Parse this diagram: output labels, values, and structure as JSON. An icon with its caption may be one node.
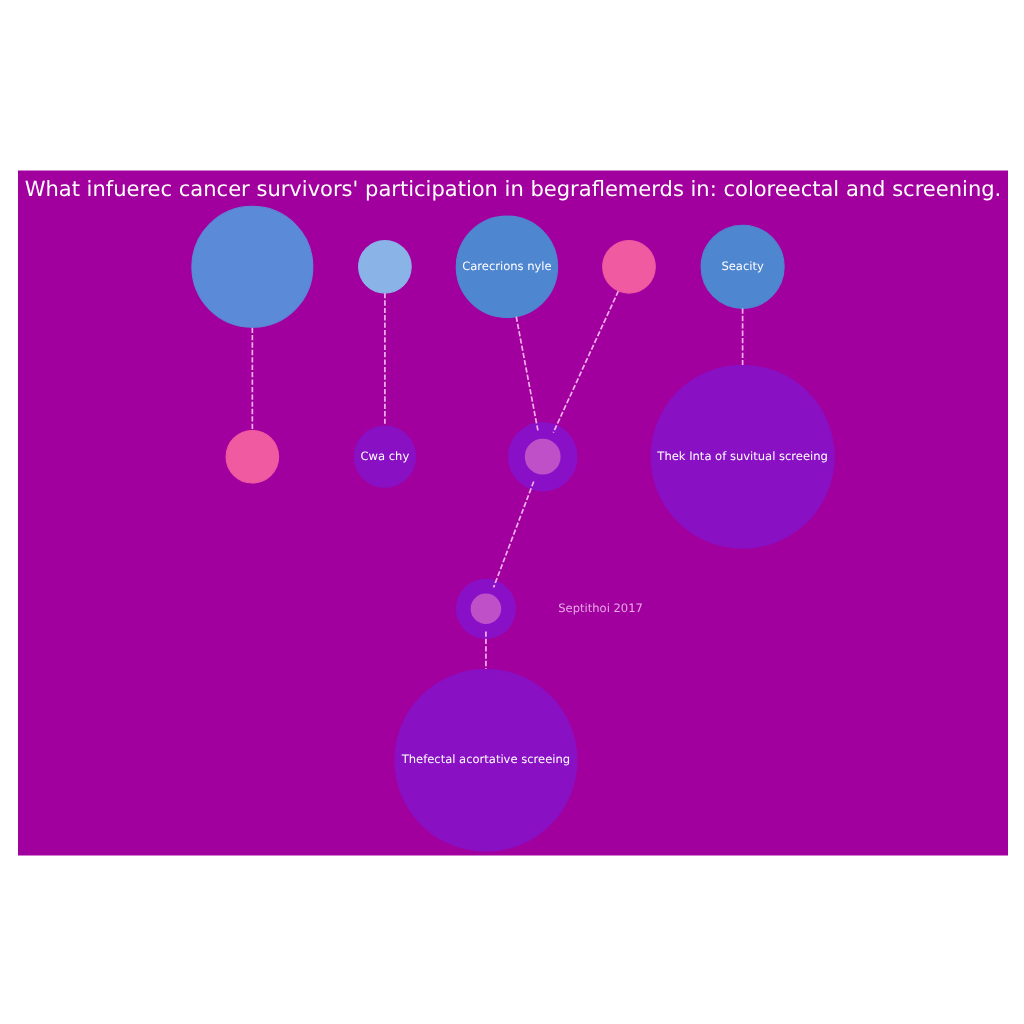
{
  "diagram": {
    "title": "What infuerec cancer survivors' participation in begraflemerds in: coloreectal and screening.",
    "nodes": [
      {
        "text": [],
        "shape": "circle"
      },
      {
        "text": [],
        "shape": "circle"
      },
      {
        "text": [
          "Carecrions nyle"
        ]
      },
      {
        "text": [
          "Seacity"
        ]
      },
      {
        "text": [
          "Thek Inta of suvitual screeing"
        ]
      },
      {
        "text": [
          "Thefectal acortative screeing"
        ]
      },
      {
        "text": [],
        "shape": "circle"
      },
      {
        "text": [
          "Cwa chy"
        ]
      },
      {
        "text": [],
        "shape": "circle"
      },
      {
        "text": [],
        "shape": "circle"
      },
      {
        "text": [],
        "shape": "circle"
      }
    ],
    "edges": [
      {
        "from": 0,
        "to": 6,
        "arrow": "none",
        "style": "dashed"
      },
      {
        "from": 3,
        "to": 4,
        "arrow": "none",
        "style": "dashed"
      },
      {
        "from": 1,
        "to": 7,
        "arrow": "none",
        "style": "dashed"
      },
      {
        "from": 2,
        "to": 10,
        "arrow": "none",
        "style": "dashed"
      },
      {
        "from": 8,
        "to": 10,
        "arrow": "none",
        "style": "dashed"
      },
      {
        "from": 10,
        "to": 9,
        "arrow": "none",
        "style": "dashed"
      },
      {
        "from": 9,
        "to": 5,
        "arrow": "none",
        "style": "dashed"
      }
    ],
    "labels": [
      "Septithoi 2017"
    ]
  }
}
